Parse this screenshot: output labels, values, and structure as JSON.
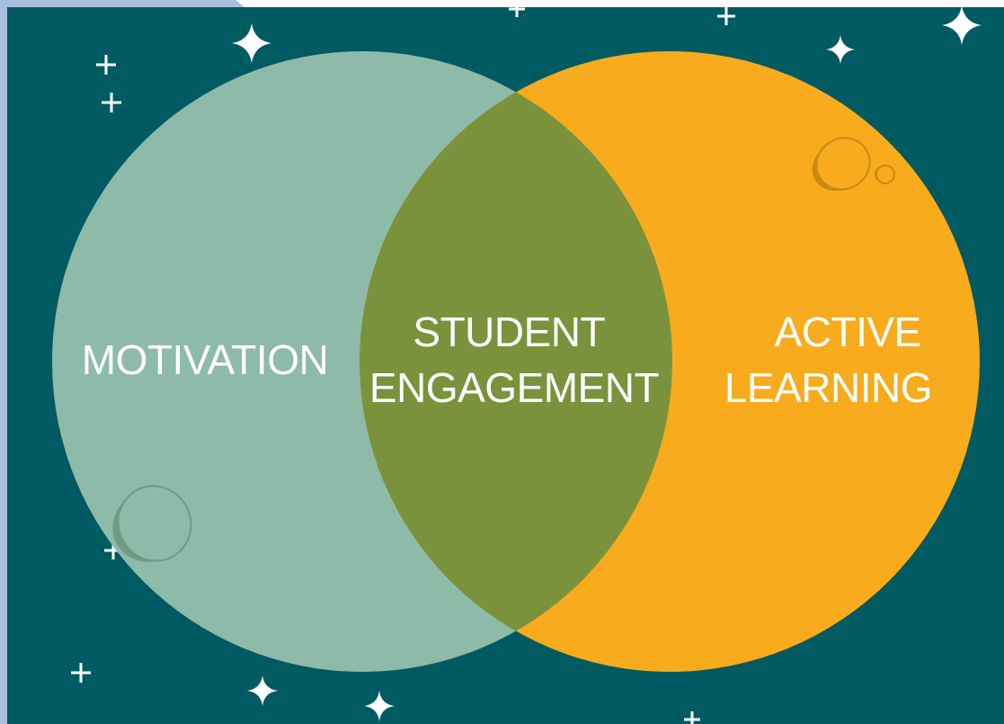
{
  "colors": {
    "page_white": "#ffffff",
    "left_edge_blue": "#a8bedf",
    "background_teal": "#005a62",
    "circle_left_sage": "#8ebaa9",
    "circle_right_orange": "#f8ab1c",
    "overlap_olive": "#7a923c",
    "crater_left_shadow": "#6e9a88",
    "crater_right_shadow": "#c98a14",
    "star_white": "#ffffff",
    "label_white": "#ffffff"
  },
  "diagram": {
    "left_circle": {
      "label_lines": [
        "MOTIVATION"
      ]
    },
    "overlap": {
      "label_lines": [
        "STUDENT",
        "ENGAGEMENT"
      ]
    },
    "right_circle": {
      "label_lines": [
        "ACTIVE",
        "LEARNING"
      ]
    }
  },
  "decorations": {
    "star_icon": "sparkle-star-icon",
    "crater_icon": "moon-crater-icon"
  }
}
